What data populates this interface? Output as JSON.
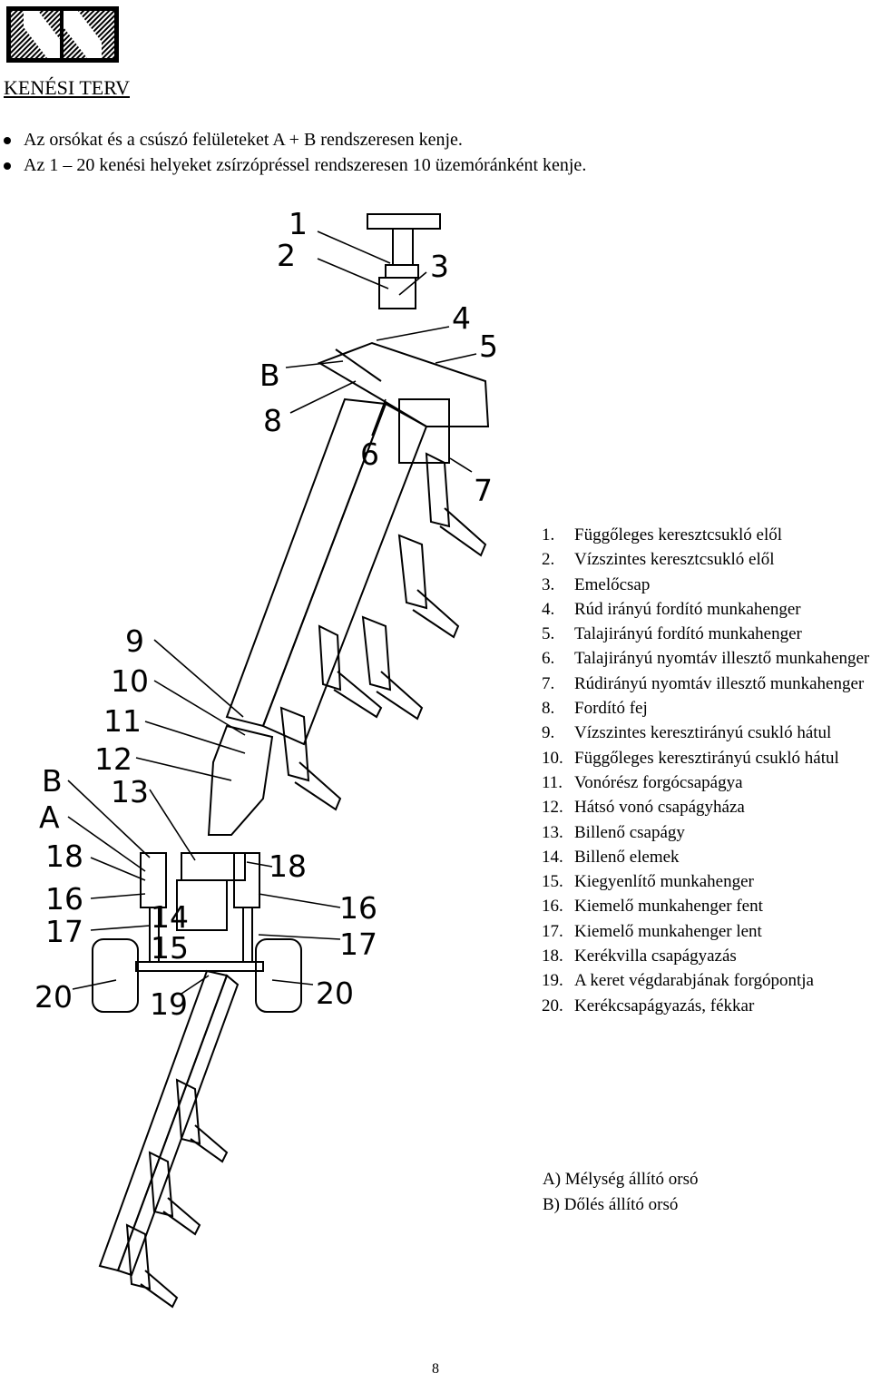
{
  "logo": {
    "name": "company-logo"
  },
  "heading": "KENÉSI TERV",
  "bullets": [
    "Az orsókat és a csúszó felületeket A + B rendszeresen kenje.",
    "Az 1 – 20 kenési helyeket zsírzópréssel rendszeresen 10 üzemóránként kenje."
  ],
  "diagram": {
    "labels": [
      "1",
      "2",
      "3",
      "4",
      "5",
      "B",
      "8",
      "6",
      "7",
      "9",
      "10",
      "11",
      "12",
      "B",
      "13",
      "A",
      "18",
      "16",
      "17",
      "14",
      "15",
      "18",
      "16",
      "17",
      "20",
      "19",
      "20"
    ]
  },
  "legend": [
    {
      "num": "1.",
      "text": "Függőleges keresztcsukló elől"
    },
    {
      "num": "2.",
      "text": "Vízszintes keresztcsukló elől"
    },
    {
      "num": "3.",
      "text": "Emelőcsap"
    },
    {
      "num": "4.",
      "text": "Rúd irányú fordító munkahenger"
    },
    {
      "num": "5.",
      "text": "Talajirányú fordító munkahenger"
    },
    {
      "num": "6.",
      "text": "Talajirányú nyomtáv illesztő munkahenger"
    },
    {
      "num": "7.",
      "text": "Rúdirányú nyomtáv illesztő munkahenger"
    },
    {
      "num": "8.",
      "text": "Fordító fej"
    },
    {
      "num": "9.",
      "text": "Vízszintes keresztirányú csukló hátul"
    },
    {
      "num": "10.",
      "text": "Függőleges keresztirányú csukló hátul"
    },
    {
      "num": "11.",
      "text": "Vonórész forgócsapágya"
    },
    {
      "num": "12.",
      "text": "Hátsó vonó csapágyháza"
    },
    {
      "num": "13.",
      "text": "Billenő csapágy"
    },
    {
      "num": "14.",
      "text": "Billenő elemek"
    },
    {
      "num": "15.",
      "text": "Kiegyenlítő munkahenger"
    },
    {
      "num": "16.",
      "text": "Kiemelő munkahenger fent"
    },
    {
      "num": "17.",
      "text": "Kiemelő munkahenger lent"
    },
    {
      "num": "18.",
      "text": "Kerékvilla csapágyazás"
    },
    {
      "num": "19.",
      "text": "A keret végdarabjának forgópontja"
    },
    {
      "num": "20.",
      "text": "Kerékcsapágyazás, fékkar"
    }
  ],
  "notes": [
    "A) Mélység állító orsó",
    "B) Dőlés állító orsó"
  ],
  "page_number": "8"
}
